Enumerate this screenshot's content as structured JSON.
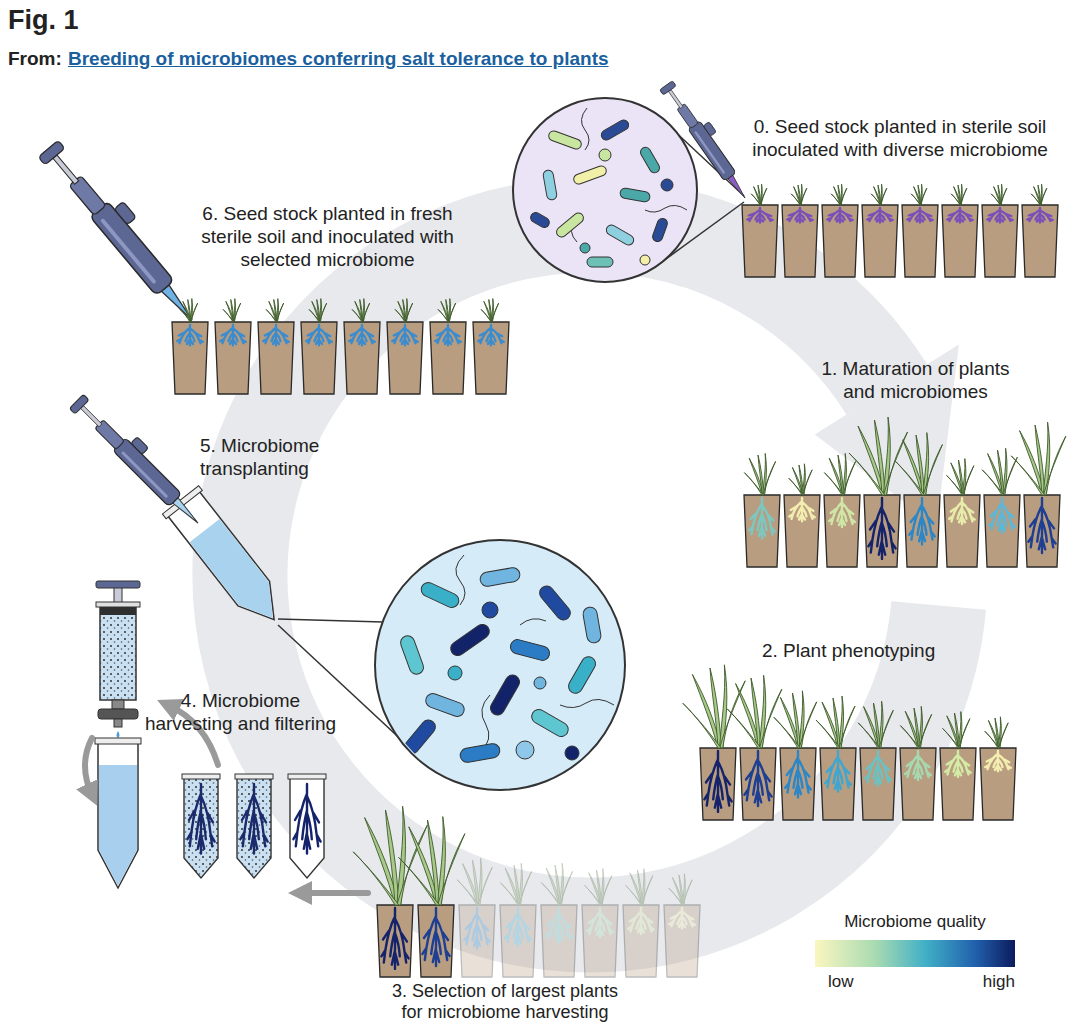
{
  "diagram": {
    "title": "Fig. 1",
    "labels": [
      "From:",
      "Breeding of microbiomes conferring salt tolerance to plants",
      "0. Seed stock planted in sterile soil inoculated with diverse microbiome",
      "1. Maturation of plants and microbiomes",
      "2. Plant phenotyping",
      "3. Selection of largest plants for microbiome harvesting",
      "4. Microbiome harvesting and filtering",
      "5. Microbiome transplanting",
      "6. Seed stock planted in fresh sterile soil and inoculated with selected microbiome",
      "Microbiome quality",
      "low",
      "high"
    ]
  }
}
